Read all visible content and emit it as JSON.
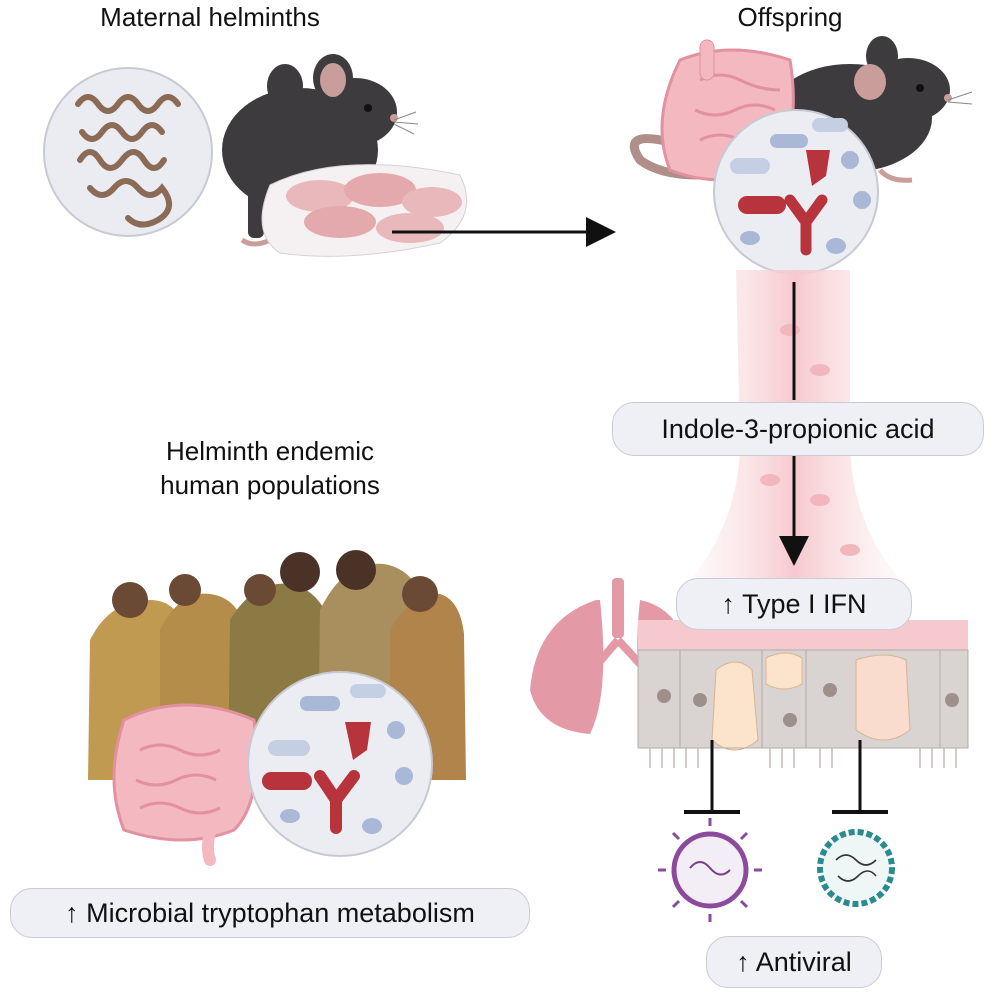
{
  "titles": {
    "maternal": "Maternal helminths",
    "offspring": "Offspring",
    "human_line1": "Helminth endemic",
    "human_line2": "human populations"
  },
  "labels": {
    "ipa": "Indole-3-propionic acid",
    "ifn": "↑ Type I IFN",
    "tryptophan": "↑ Microbial tryptophan metabolism",
    "antiviral": "↑ Antiviral"
  },
  "colors": {
    "mouse": "#3d3b3e",
    "gut": "#f3b8c0",
    "bacteria_red": "#b8343c",
    "bacteria_blue": "#a9b8d6",
    "lung": "#e39aa6",
    "worm": "#8b6b55",
    "virus_purple": "#8b4a9c",
    "virus_teal": "#2b8a8e"
  }
}
